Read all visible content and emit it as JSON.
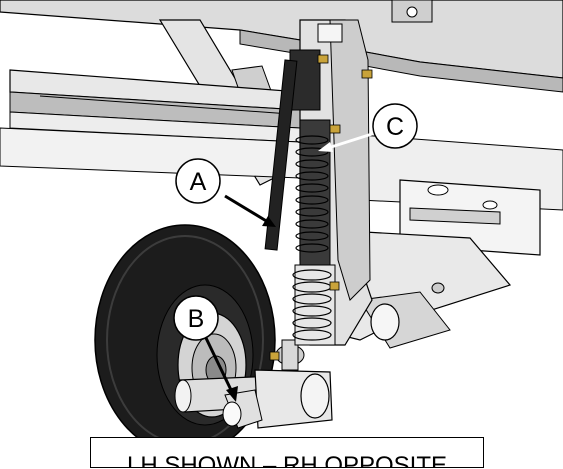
{
  "callouts": {
    "a": "A",
    "b": "B",
    "c": "C"
  },
  "caption": "LH SHOWN – RH OPPOSITE",
  "colors": {
    "line": "#000000",
    "metal_light": "#e6e6e6",
    "metal_mid": "#c8c8c8",
    "tire": "#1c1c1c",
    "hardware": "#c9a33a"
  }
}
